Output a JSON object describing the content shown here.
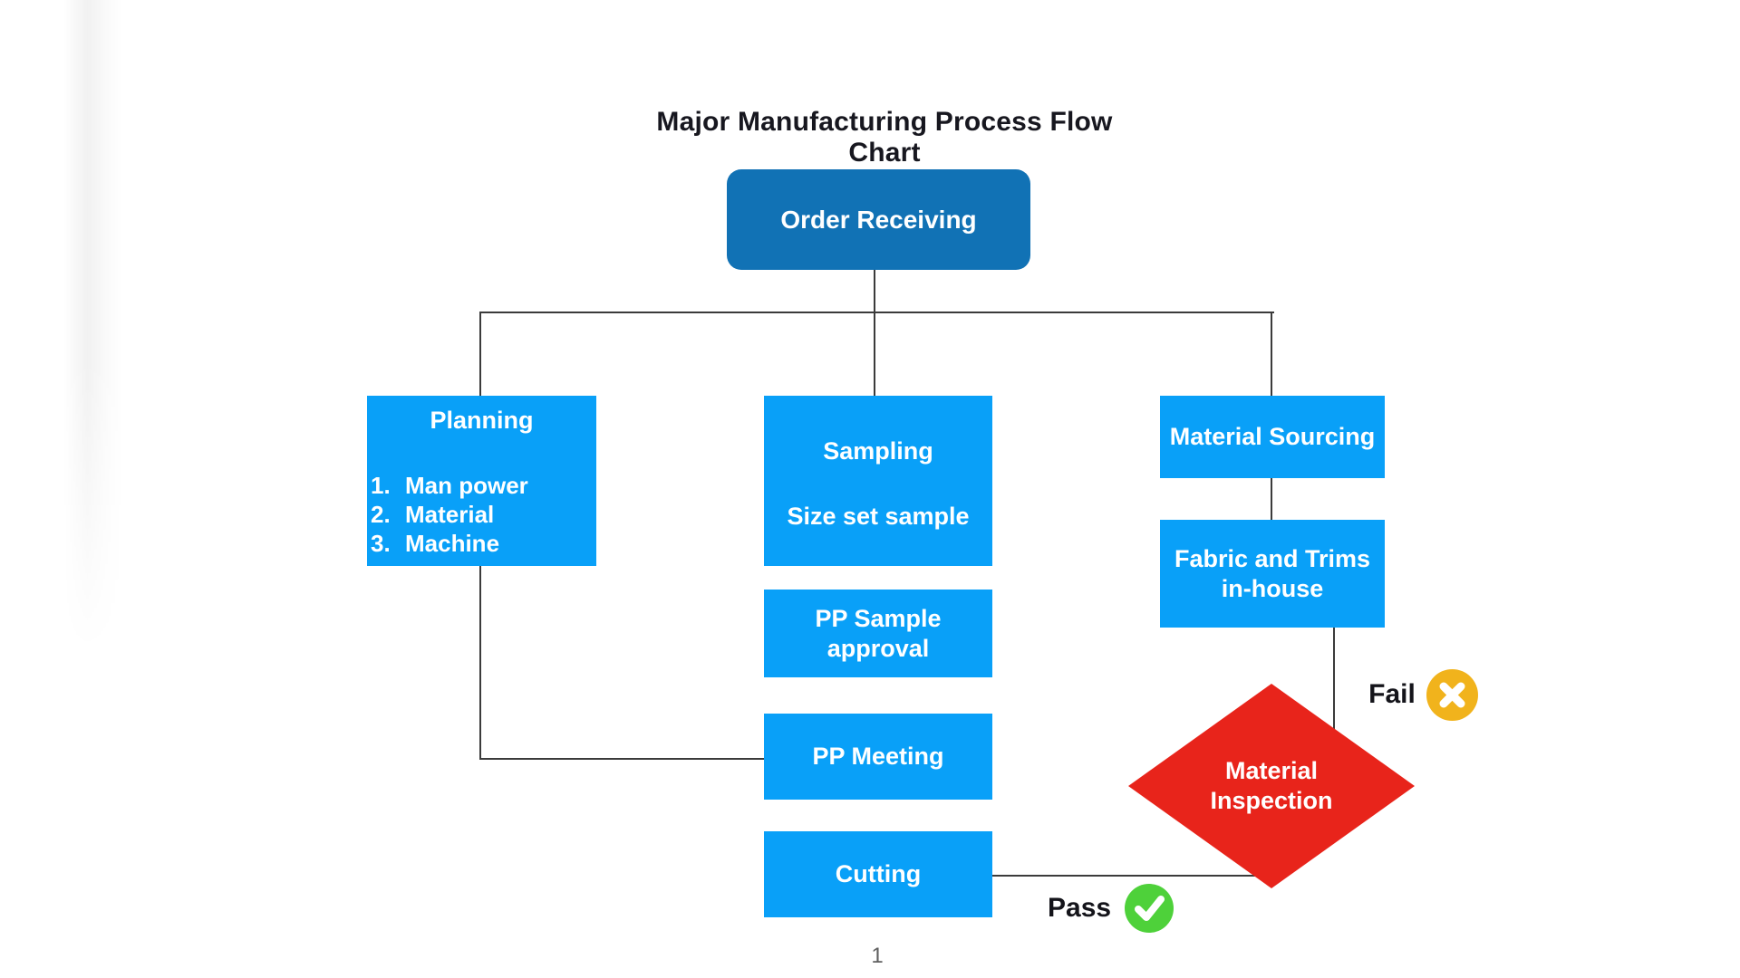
{
  "page": {
    "title": "Major Manufacturing Process Flow Chart",
    "page_number": "1"
  },
  "colors": {
    "node-dark-blue": "#1172B5",
    "node-blue": "#09A0F8",
    "node-red": "#E8241B",
    "fail-amber": "#F1B31C",
    "pass-green": "#4ED13A",
    "line": "#3B3B3B",
    "title-text": "#17171F"
  },
  "nodes": {
    "order_receiving": {
      "label": "Order Receiving"
    },
    "planning": {
      "title": "Planning",
      "items": [
        {
          "num": "1.",
          "label": "Man power"
        },
        {
          "num": "2.",
          "label": "Material"
        },
        {
          "num": "3.",
          "label": "Machine"
        }
      ]
    },
    "sampling": {
      "line1": "Sampling",
      "line2": "Size set sample"
    },
    "material_sourcing": {
      "label": "Material Sourcing"
    },
    "fabric_trims": {
      "line1": "Fabric and Trims",
      "line2": "in-house"
    },
    "pp_sample_approval": {
      "line1": "PP Sample",
      "line2": "approval"
    },
    "pp_meeting": {
      "label": "PP Meeting"
    },
    "cutting": {
      "label": "Cutting"
    },
    "material_inspection": {
      "line1": "Material",
      "line2": "Inspection"
    }
  },
  "labels": {
    "fail": "Fail",
    "pass": "Pass"
  }
}
